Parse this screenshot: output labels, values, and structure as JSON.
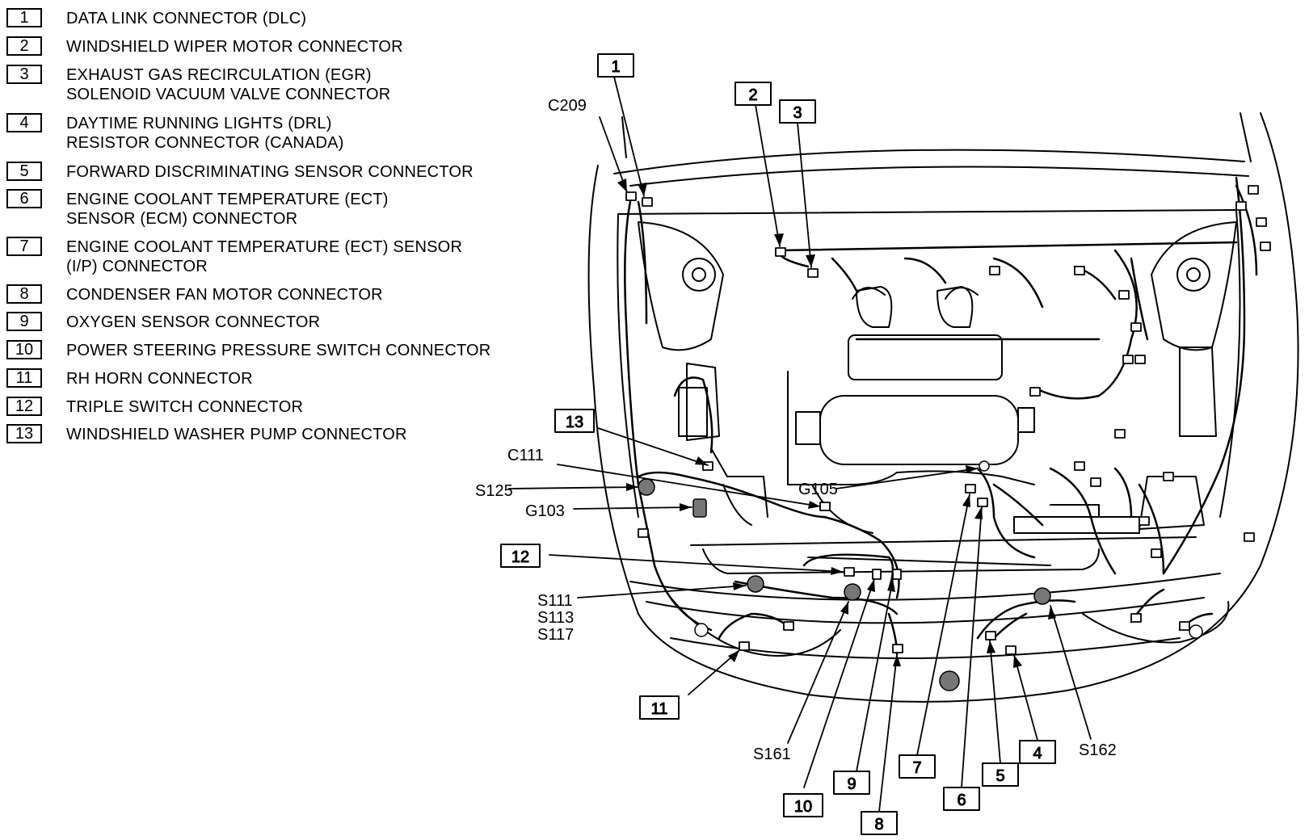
{
  "legend": [
    {
      "num": "1",
      "text": "DATA LINK CONNECTOR (DLC)"
    },
    {
      "num": "2",
      "text": "WINDSHIELD WIPER MOTOR CONNECTOR"
    },
    {
      "num": "3",
      "text": "EXHAUST GAS RECIRCULATION (EGR)\nSOLENOID VACUUM VALVE CONNECTOR"
    },
    {
      "num": "4",
      "text": "DAYTIME RUNNING LIGHTS (DRL)\nRESISTOR CONNECTOR (CANADA)"
    },
    {
      "num": "5",
      "text": "FORWARD DISCRIMINATING SENSOR CONNECTOR"
    },
    {
      "num": "6",
      "text": "ENGINE COOLANT TEMPERATURE (ECT)\nSENSOR (ECM) CONNECTOR"
    },
    {
      "num": "7",
      "text": "ENGINE COOLANT TEMPERATURE (ECT) SENSOR\n(I/P) CONNECTOR"
    },
    {
      "num": "8",
      "text": "CONDENSER FAN MOTOR CONNECTOR"
    },
    {
      "num": "9",
      "text": "OXYGEN SENSOR CONNECTOR"
    },
    {
      "num": "10",
      "text": "POWER STEERING PRESSURE SWITCH CONNECTOR"
    },
    {
      "num": "11",
      "text": "RH HORN CONNECTOR"
    },
    {
      "num": "12",
      "text": "TRIPLE SWITCH CONNECTOR"
    },
    {
      "num": "13",
      "text": "WINDSHIELD WASHER PUMP CONNECTOR"
    }
  ],
  "callouts": [
    "1",
    "2",
    "3",
    "4",
    "5",
    "6",
    "7",
    "8",
    "9",
    "10",
    "11",
    "12",
    "13"
  ],
  "labels": {
    "c209": "C209",
    "c111": "C111",
    "s125": "S125",
    "g103": "G103",
    "g105": "G105",
    "s111": "S111",
    "s113": "S113",
    "s117": "S117",
    "s161": "S161",
    "s162": "S162"
  }
}
